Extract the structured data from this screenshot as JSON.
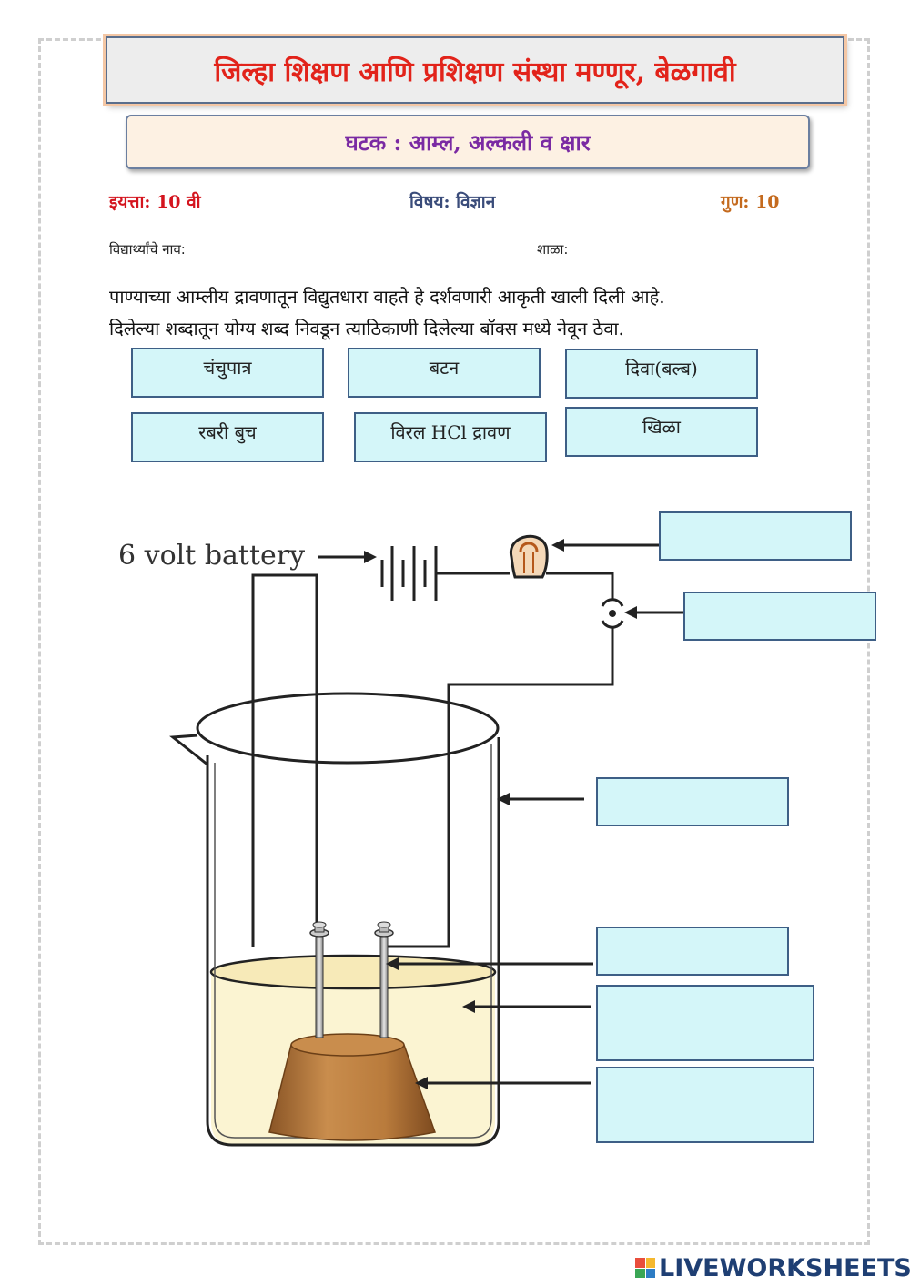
{
  "header": {
    "institute": "जिल्हा शिक्षण आणि प्रशिक्षण संस्था मण्णूर, बेळगावी",
    "unit": "घटक  :   आम्ल, अल्कली व क्षार"
  },
  "meta": {
    "class": "इयत्ता: 10 वी",
    "subject": "विषय: विज्ञान",
    "marks": "गुण: 10"
  },
  "fields": {
    "student_name": "विद्यार्थ्यांचे नाव:",
    "school": "शाळा:"
  },
  "instructions": [
    "पाण्याच्या आम्लीय द्रावणातून विद्युतधारा वाहते हे दर्शवणारी आकृती खाली दिली आहे.",
    "दिलेल्या शब्दातून योग्य शब्द निवडून त्याठिकाणी दिलेल्या बॉक्स मध्ये नेवून ठेवा."
  ],
  "word_bank": [
    "चंचुपात्र",
    "बटन",
    "दिवा(बल्ब)",
    "रबरी बुच",
    "विरल HCl द्रावण",
    "खिळा"
  ],
  "diagram": {
    "battery_label": "6 volt battery"
  },
  "drop_zones": [
    "",
    "",
    "",
    "",
    "",
    ""
  ],
  "footer": {
    "brand": "LIVEWORKSHEETS",
    "logo_colors": [
      "#e94e3c",
      "#f5b82e",
      "#3aa655",
      "#2d7cc4"
    ]
  },
  "colors": {
    "title_red": "#e2231a",
    "unit_purple": "#7a2aa3",
    "box_fill": "#d4f6f9",
    "solution": "#fbf4d2",
    "cork": "#b5793c"
  }
}
